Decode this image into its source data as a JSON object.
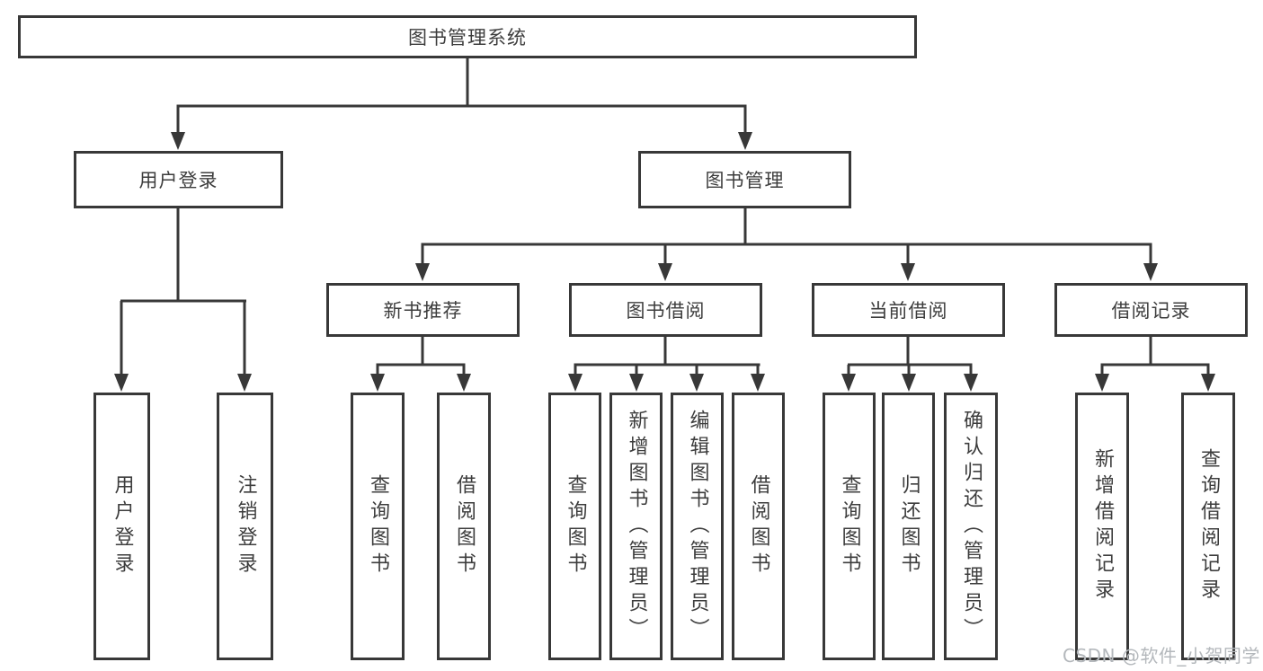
{
  "diagram": {
    "root": {
      "label": "图书管理系统"
    },
    "level2": [
      {
        "label": "用户登录"
      },
      {
        "label": "图书管理"
      }
    ],
    "level3": [
      {
        "label": "新书推荐"
      },
      {
        "label": "图书借阅"
      },
      {
        "label": "当前借阅"
      },
      {
        "label": "借阅记录"
      }
    ],
    "leaves": {
      "login": [
        "用户登录",
        "注销登录"
      ],
      "recommend": [
        "查询图书",
        "借阅图书"
      ],
      "borrow": [
        "查询图书",
        "新增图书（管理员）",
        "编辑图书（管理员）",
        "借阅图书"
      ],
      "current": [
        "查询图书",
        "归还图书",
        "确认归还（管理员）"
      ],
      "records": [
        "新增借阅记录",
        "查询借阅记录"
      ]
    }
  },
  "watermark": {
    "text": "CSDN @软件_小贺同学"
  },
  "colors": {
    "line": "#383838",
    "box_border": "#383838",
    "text": "#3d3d3d",
    "background": "#ffffff",
    "watermark": "#b4b8bc"
  }
}
